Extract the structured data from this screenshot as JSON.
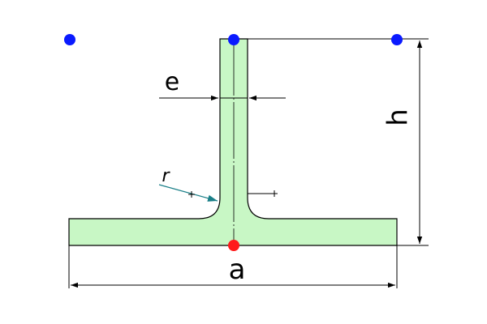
{
  "diagram": {
    "labels": {
      "flange_width": "a",
      "height": "h",
      "web_thickness": "e",
      "fillet_radius": "r"
    },
    "colors": {
      "fill": "#c8f7c5",
      "outline": "#000000",
      "radius_dim": "#1a7f88",
      "points_blue": "#0a1aff",
      "point_red": "#ff1a1a"
    }
  }
}
